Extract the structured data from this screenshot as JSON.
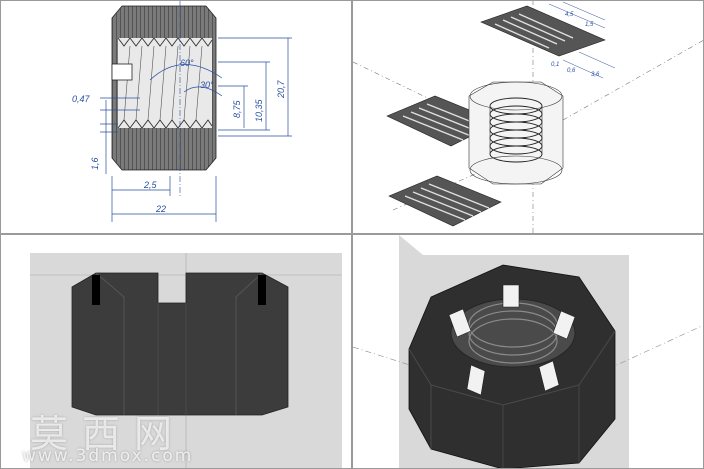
{
  "panels": {
    "drawing": {
      "dimensions": {
        "thread_angle": "60°",
        "half_angle": "30°",
        "offset": "0,47",
        "inner_small": "8,75",
        "inner_large": "10,35",
        "outer_height": "20,7",
        "slot_depth": "1,6",
        "pitch": "2,5",
        "width": "22"
      }
    },
    "exploded_view": {
      "dimensions": [
        "4,5",
        "1,5",
        "0,1",
        "0,6",
        "3,6"
      ]
    }
  },
  "watermark": {
    "chinese": "莫西网",
    "url": "www.3dmox.com"
  },
  "colors": {
    "dim_line": "#2a4fa0",
    "nut_fill": "#3c3c3c",
    "background_panel": "#d9d9d9"
  }
}
